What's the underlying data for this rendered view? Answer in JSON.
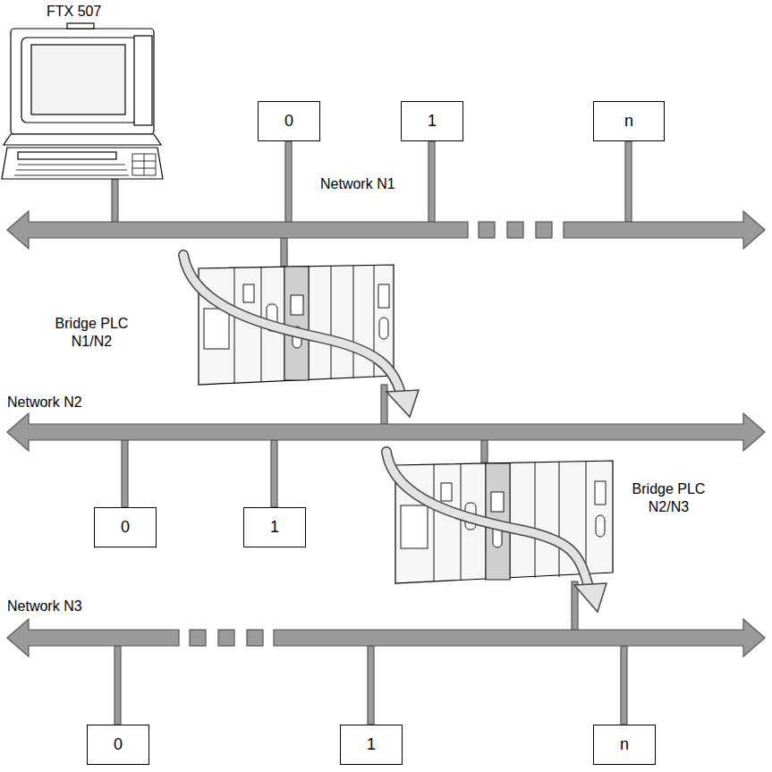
{
  "diagram": {
    "nodes": [
      {
        "text": [
          "0"
        ]
      },
      {
        "text": [
          "1"
        ]
      },
      {
        "text": [
          "n"
        ]
      },
      {
        "text": [
          "0"
        ]
      },
      {
        "text": [
          "1"
        ]
      },
      {
        "text": [
          "0"
        ]
      },
      {
        "text": [
          "1"
        ]
      },
      {
        "text": [
          "n"
        ]
      }
    ],
    "labels": [
      "FTX 507",
      "Network N1",
      "Bridge PLC N1/N2",
      "Network N2",
      "Bridge PLC N2/N3",
      "Network N3"
    ]
  }
}
